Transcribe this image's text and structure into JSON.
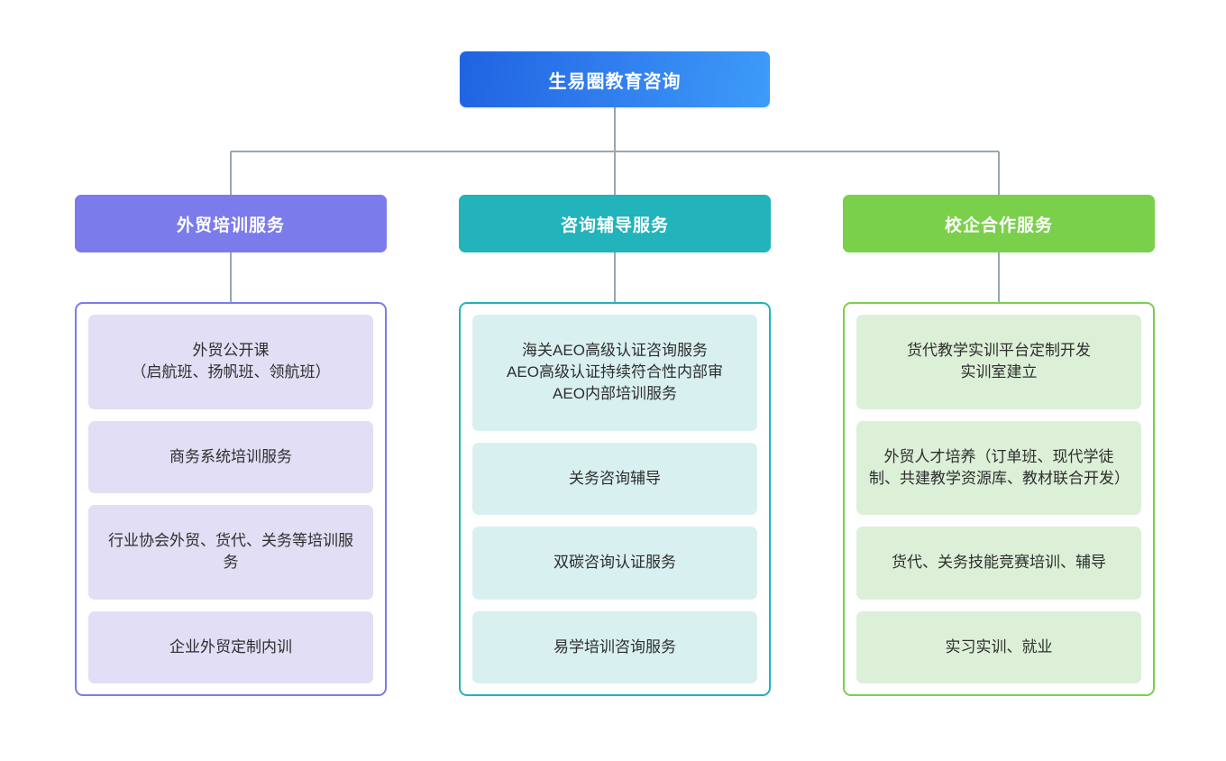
{
  "chart_data": {
    "type": "diagram",
    "diagram_kind": "organizational-tree",
    "title": "生易圈教育咨询",
    "levels": 3,
    "branch_count": 3,
    "connector_color": "#9aa5b1",
    "background": "#ffffff"
  },
  "root": {
    "label": "生易圈教育咨询",
    "gradient_from": "#1f63e0",
    "gradient_to": "#3d9bf8",
    "text_color": "#ffffff"
  },
  "columns": [
    {
      "id": "foreign-trade-training",
      "header": "外贸培训服务",
      "accent": "#7b7bec",
      "card_fill": "#e2def5",
      "items": [
        {
          "text": "外贸公开课\n（启航班、扬帆班、领航班）"
        },
        {
          "text": "商务系统培训服务"
        },
        {
          "text": "行业协会外贸、货代、关务等培训服务"
        },
        {
          "text": "企业外贸定制内训"
        }
      ]
    },
    {
      "id": "consulting-tutoring",
      "header": "咨询辅导服务",
      "accent": "#22b3bb",
      "card_fill": "#d9f0f0",
      "items": [
        {
          "text": "海关AEO高级认证咨询服务\nAEO高级认证持续符合性内部审\nAEO内部培训服务"
        },
        {
          "text": "关务咨询辅导"
        },
        {
          "text": "双碳咨询认证服务"
        },
        {
          "text": "易学培训咨询服务"
        }
      ]
    },
    {
      "id": "school-enterprise-cooperation",
      "header": "校企合作服务",
      "accent": "#7bd04b",
      "card_fill": "#dcf0d8",
      "items": [
        {
          "text": "货代教学实训平台定制开发\n实训室建立"
        },
        {
          "text": "外贸人才培养（订单班、现代学徒制、共建教学资源库、教材联合开发）"
        },
        {
          "text": "货代、关务技能竞赛培训、辅导"
        },
        {
          "text": "实习实训、就业"
        }
      ]
    }
  ]
}
